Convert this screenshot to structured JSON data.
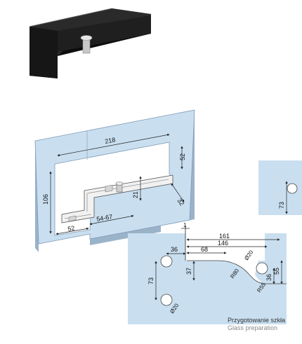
{
  "colors": {
    "glass": "#c9dff0",
    "glass_edge": "#7f99b5",
    "glass_shadow": "#9bb3c9",
    "hardware": "#1b1b1b",
    "dim_line": "#222222",
    "text": "#111111"
  },
  "dimensions": {
    "d218": "218",
    "d52_top": "52",
    "d106": "106",
    "d21": "21",
    "d32": "32",
    "d54_67": "54-67",
    "d52_bottom": "52",
    "d73_right": "73",
    "d1": "1",
    "d161": "161",
    "d146": "146",
    "d68": "68",
    "d36_top": "36",
    "d37": "37",
    "d73_left": "73",
    "d20_upper": "Ø20",
    "d20_lower": "Ø20",
    "r80": "R80",
    "r55": "R55",
    "d36_right": "36",
    "d55": "55"
  },
  "captions": {
    "pl": "Przygotowanie szkła",
    "en": "Glass preparation"
  }
}
